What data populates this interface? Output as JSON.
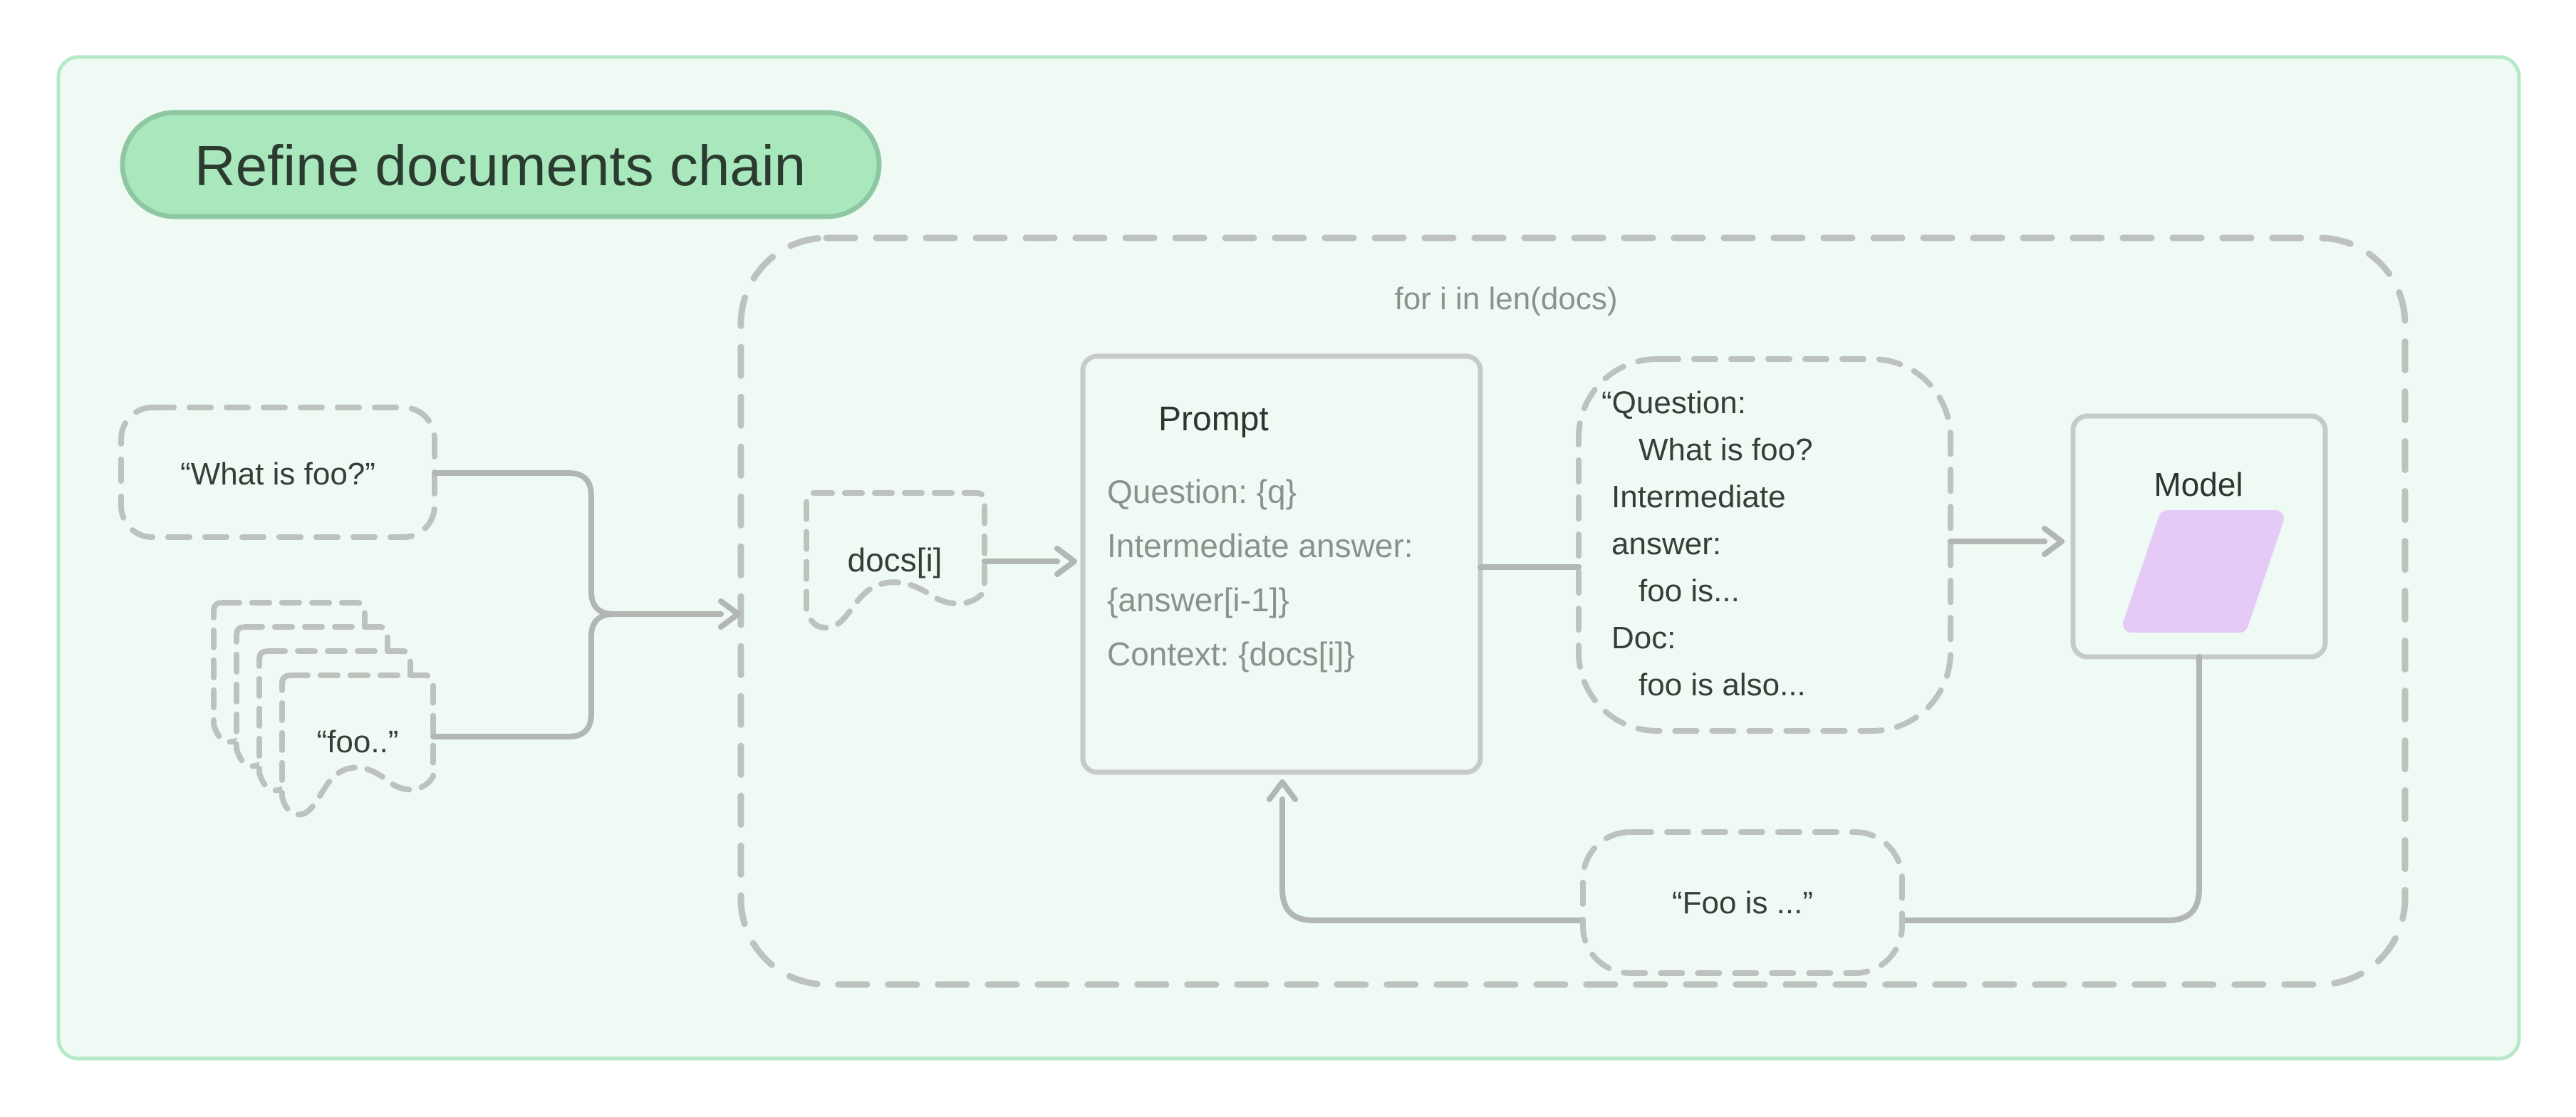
{
  "diagram": {
    "title": "Refine documents chain",
    "loop_label": "for i in len(docs)",
    "inputs": {
      "question": "“What is foo?”",
      "docs": "“foo..”"
    },
    "doc_item_label": "docs[i]",
    "prompt": {
      "title": "Prompt",
      "lines": [
        "Question: {q}",
        "Intermediate answer:",
        "{answer[i-1]}",
        "Context: {docs[i]}"
      ]
    },
    "intermediate_result": {
      "lines": [
        "“Question:",
        "What is foo?",
        "Intermediate",
        "answer:",
        "foo is...",
        "Doc:",
        "foo is also..."
      ]
    },
    "model": {
      "title": "Model"
    },
    "answer_output": "“Foo is ...”"
  },
  "colors": {
    "chain_pill_fill": "#a9e8bd",
    "chain_pill_border": "#8fc7a2",
    "canvas_fill": "#eefaf3",
    "canvas_border": "#b5e9c7",
    "model_parallelogram": "#e5caf7",
    "dashed_gray": "#bdc2be",
    "connector_gray": "#b3b7b3"
  }
}
